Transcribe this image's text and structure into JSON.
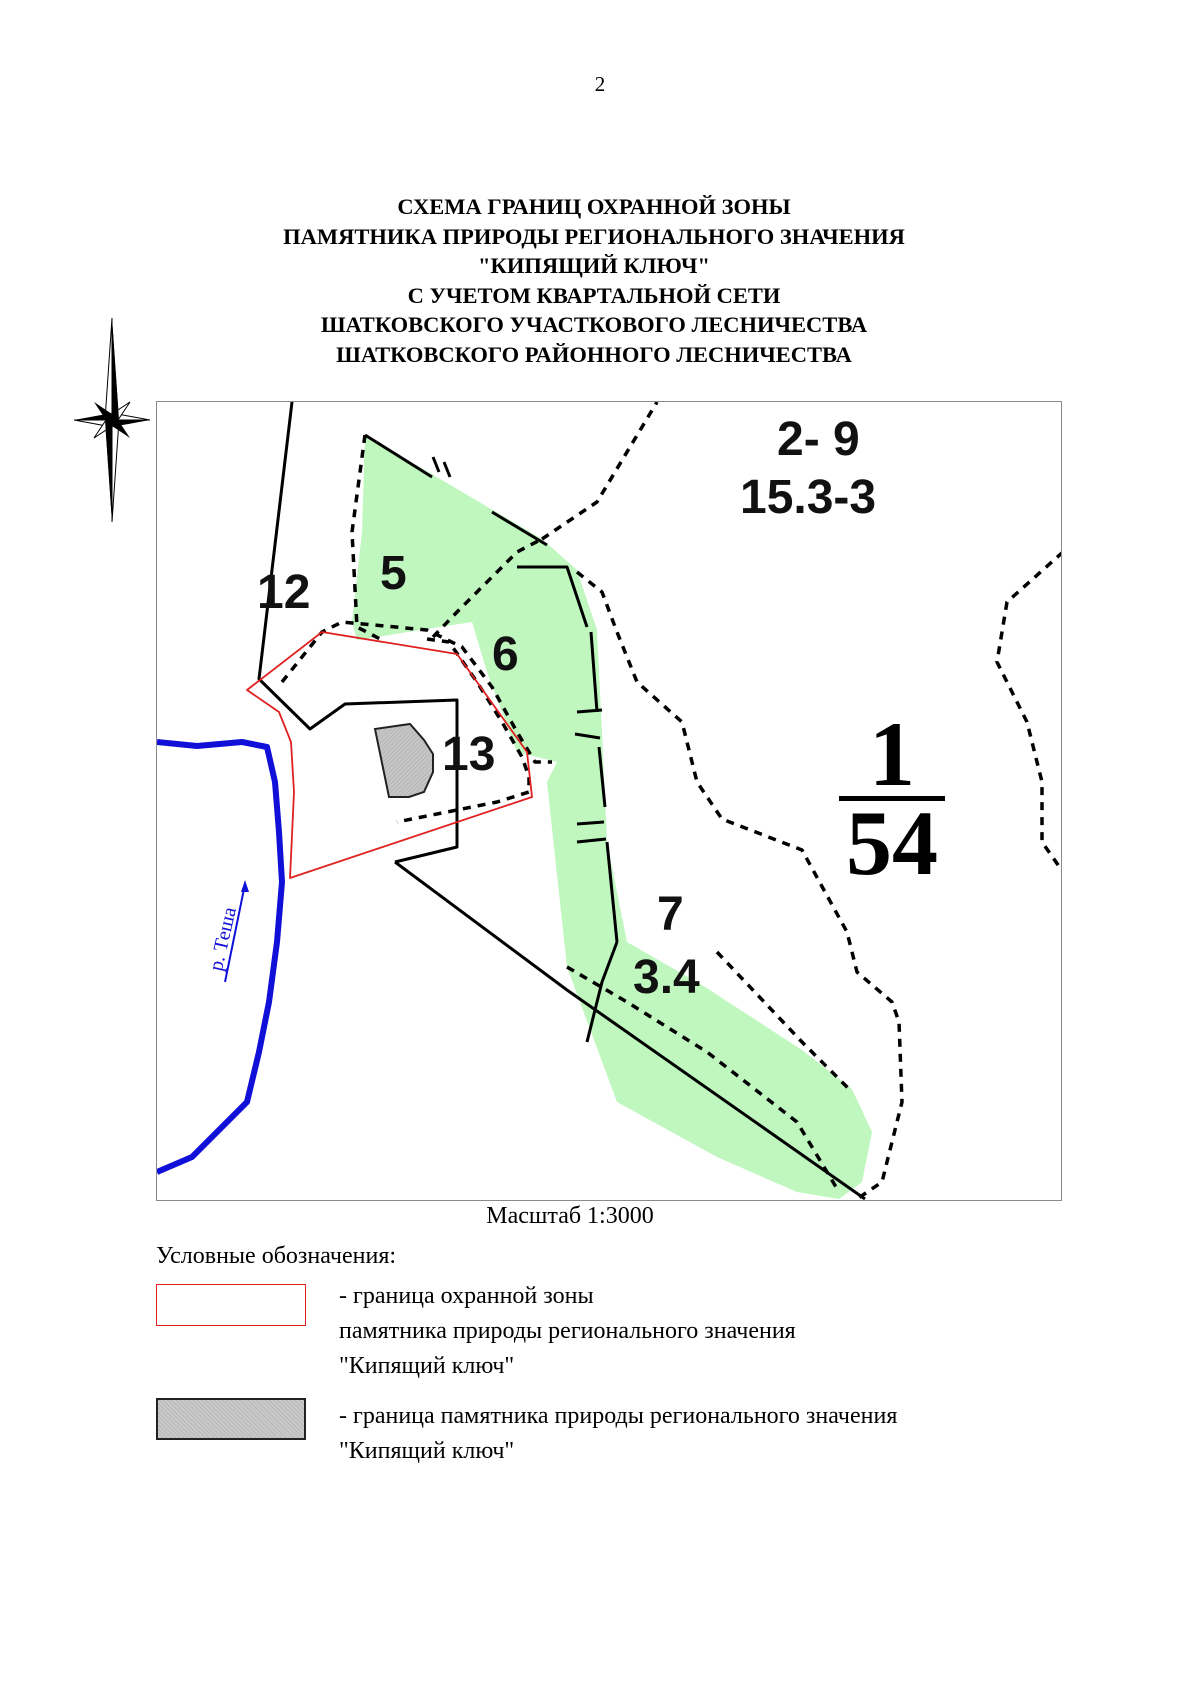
{
  "page": {
    "number": "2"
  },
  "title": {
    "lines": [
      "СХЕМА ГРАНИЦ ОХРАННОЙ ЗОНЫ",
      "ПАМЯТНИКА ПРИРОДЫ РЕГИОНАЛЬНОГО ЗНАЧЕНИЯ",
      "\"КИПЯЩИЙ КЛЮЧ\"",
      "С УЧЕТОМ КВАРТАЛЬНОЙ СЕТИ",
      "ШАТКОВСКОГО УЧАСТКОВОГО ЛЕСНИЧЕСТВА",
      "ШАТКОВСКОГО РАЙОННОГО ЛЕСНИЧЕСТВА"
    ]
  },
  "compass": {
    "icon": "compass-rose-icon"
  },
  "map": {
    "colors": {
      "forest_fill": "#bff7bf",
      "protection_zone_border": "#e02020",
      "monument_fill": "#c0c0c0",
      "river": "#1010d8",
      "boundary": "#000000",
      "frame": "#8a8a8a"
    },
    "plot_labels": {
      "p12": "12",
      "p5": "5",
      "p6": "6",
      "p13": "13",
      "p7": "7",
      "p7_area": "3.4",
      "p2_9": "2- 9",
      "p2_9_area": "15.3-3"
    },
    "quarter": {
      "numerator": "1",
      "denominator": "54"
    },
    "river_label": "р. Теша"
  },
  "scale": {
    "text": "Масштаб 1:3000"
  },
  "legend": {
    "heading": "Условные обозначения:",
    "items": [
      {
        "swatch": "red-outline",
        "lines": [
          " - граница охранной зоны",
          "памятника природы регионального значения",
          "\"Кипящий ключ\""
        ]
      },
      {
        "swatch": "gray-hatched",
        "lines": [
          " - граница памятника природы регионального значения",
          "\"Кипящий ключ\""
        ]
      }
    ]
  }
}
